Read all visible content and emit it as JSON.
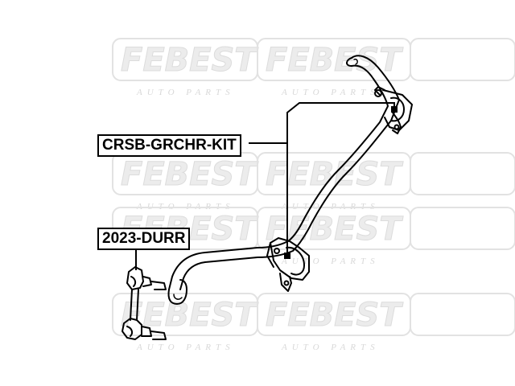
{
  "watermark": {
    "brand": "FEBEST",
    "sub": "AUTO PARTS",
    "color": "#e6e6e6"
  },
  "labels": {
    "stabilizer_bushing_kit": "CRSB-GRCHR-KIT",
    "stabilizer_link": "2023-DURR"
  },
  "colors": {
    "line": "#000000",
    "background": "#ffffff"
  }
}
